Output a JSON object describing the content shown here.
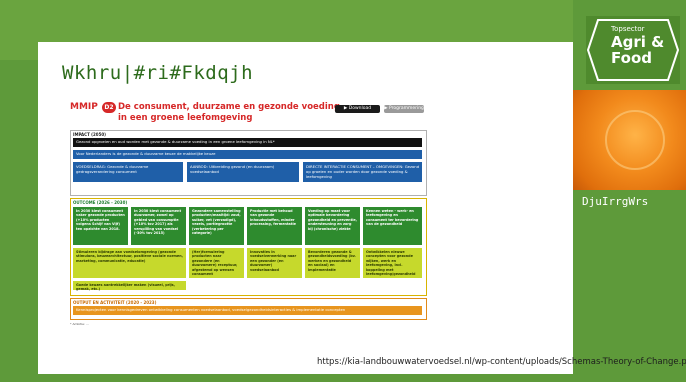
{
  "slide": {
    "title": "Wkhru|#ri#Fkdqjh",
    "side_label": "DjuIrrgWrs",
    "caption": "https://kia-landbouwwatervoedsel.nl/wp-content/uploads/Schemas-Theory-of-Change.pdf"
  },
  "logo": {
    "top": "Topsector",
    "line1": "Agri &",
    "line2": "Food"
  },
  "doc": {
    "mmip": "MMIP",
    "badge": "D2",
    "heading_line1": "De consument, duurzame en gezonde voeding,",
    "heading_line2": "in een groene leefomgeving",
    "btn_download": "▶ Download beschrijving",
    "btn_programming": "▶ Programmering",
    "impact_label": "IMPACT (2050)",
    "impact_bar1": "Gezond opgroeien en oud worden met gezonde & duurzame voeding in een groene leefomgeving in NL*",
    "impact_bar2": "Voor Nederlanders is de gezonde & duurzame keuze de makkelijke keuze",
    "impact_sub1": "VOEDSELDRAG: Gezonde & duurzame gedragsverandering consument",
    "impact_sub2": "AANBOD: Uitbreiding gezond (en duurzaam) voedselaanbod",
    "impact_sub3": "DIRECTE INTERACTIE CONSUMENT – OMGEVINGEN: Gezond op groeien en ouder worden door gezonde voeding & leefomgeving",
    "outcome_label": "OUTCOME (2026 - 2030)",
    "outcome_cards": [
      "In 2030 kiest consument vaker gezonde producten (+10% producten volgens Schijf van Vijf) ten opzichte van 2018.",
      "In 2030 kiest consument duurzamer, zowel op gebied van consumptie (+10% tov 2017) als verspilling van voedsel (-30% tov 2015)",
      "Gezondere samenstelling producten/maaltijd: zout, suiker, vet (verzadigd), vezels, portiegrootte (verbetering per categorie)",
      "Productie met behoud van gezonde inhoudsstoffen, minder processing, fermentatie",
      "Voeding op maat voor optimale bevordering gezondheid en preventie, ondersteuning en zorg bij (chronische) ziekte",
      "Kennen weten - werk- en leefomgeving en consument ter bevordering van de gezondheid"
    ],
    "outcome_row2": [
      "Stimuleren bijdrage aan voedselomgeving (gezonde stimulans, keuzearchitectuur, positieve sociale normen, marketing, communicatie, educatie)",
      "(Her)formulering producten naar gezondere (en duurzamere) receptuur, afgestemd op wensen consument",
      "Innovaties in voedselverwerking naar een gezonder (en duurzamer) voedselaanbod",
      "Bevorderen gezonde & gezondheidsvoeding (bv. werken en gezondheid en sociaal) en implementatie",
      "Ontwikkelen nieuwe concepten voor gezonde wijken, werk en leefomgeving, incl. koppeling met leefomgeving/gezondheid"
    ],
    "outcome_row3": "Goede keuzes aantrekkelijker maken (visueel, prijs, gemak, etc.)",
    "output_label": "OUTPUT EN ACTIVITEIT (2020 - 2023)",
    "output_bar": "Kennisprojecten voor kennisgedreven ontwikkeling consumenten voedselaanbod, voedselgezondheidsinteracties & implementatie concepten",
    "footnote": "* Ambitie: ..."
  }
}
